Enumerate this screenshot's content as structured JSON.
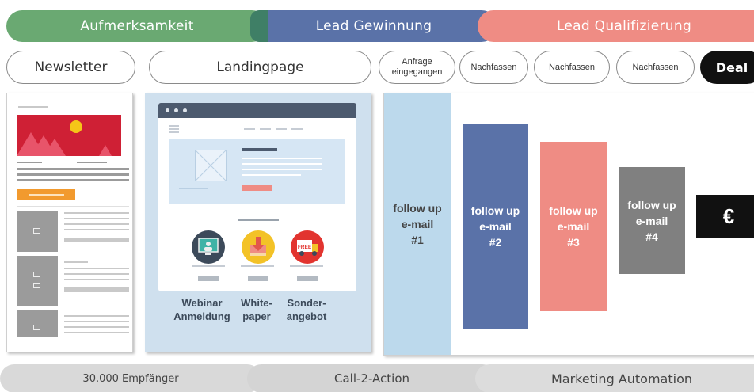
{
  "phases": [
    "Aufmerksamkeit",
    "Lead Gewinnung",
    "Lead Qualifizierung"
  ],
  "steps": {
    "newsletter": "Newsletter",
    "landingpage": "Landingpage",
    "anfrage_line1": "Anfrage",
    "anfrage_line2": "eingegangen",
    "nachfassen_1": "Nachfassen",
    "nachfassen_2": "Nachfassen",
    "nachfassen_3": "Nachfassen",
    "deal": "Deal"
  },
  "landing_offers": [
    {
      "line1": "Webinar",
      "line2": "Anmeldung",
      "icon": "webinar-icon"
    },
    {
      "line1": "White-",
      "line2": "paper",
      "icon": "whitepaper-download-icon"
    },
    {
      "line1": "Sonder-",
      "line2": "angebot",
      "icon": "free-offer-truck-icon",
      "badge": "FREE"
    }
  ],
  "followups": [
    {
      "l1": "follow up",
      "l2": "e-mail",
      "l3": "#1",
      "color": "#bcd9ec"
    },
    {
      "l1": "follow up",
      "l2": "e-mail",
      "l3": "#2",
      "color": "#5a72a8"
    },
    {
      "l1": "follow up",
      "l2": "e-mail",
      "l3": "#3",
      "color": "#ef8c84"
    },
    {
      "l1": "follow up",
      "l2": "e-mail",
      "l3": "#4",
      "color": "#808080"
    }
  ],
  "deal_symbol": "€",
  "bottom": [
    "30.000 Empfänger",
    "Call-2-Action",
    "Marketing Automation"
  ],
  "colors": {
    "green": "#6aa972",
    "blue": "#5a72a8",
    "salmon": "#ef8c84",
    "red_banner": "#cf2035",
    "orange_button": "#f29a2e"
  }
}
